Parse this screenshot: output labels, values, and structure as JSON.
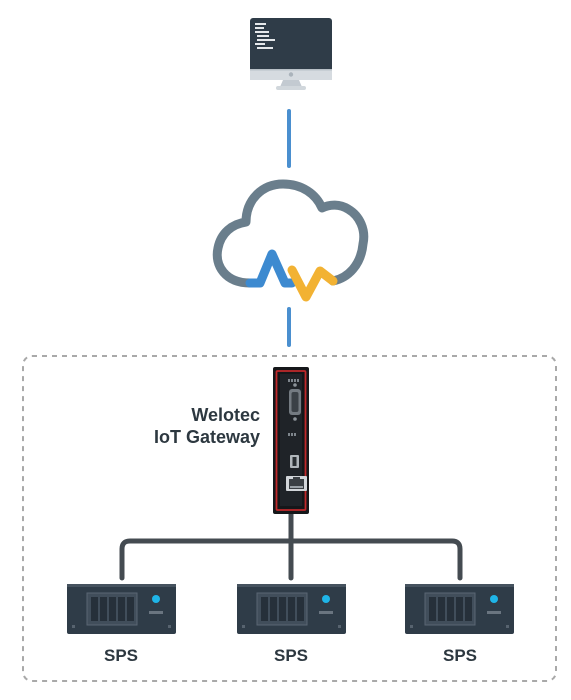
{
  "gateway": {
    "label_line1": "Welotec",
    "label_line2": "IoT Gateway"
  },
  "plcs": [
    {
      "label": "SPS"
    },
    {
      "label": "SPS"
    },
    {
      "label": "SPS"
    }
  ],
  "colors": {
    "connection_blue": "#4a8fcf",
    "cloud_outline": "#6a7e8c",
    "pulse_blue": "#3d8ad0",
    "pulse_yellow": "#f2b233",
    "device_dark": "#2f3c48",
    "gateway_body": "#15171a",
    "gateway_accent": "#c0282a",
    "bus_line": "#444b51",
    "dashed_border": "#a9a9a9",
    "led_cyan": "#1fb5e8"
  },
  "icons": {
    "computer": "desktop-monitor-icon",
    "cloud": "cloud-icon",
    "gateway": "iot-gateway-device-icon",
    "plc": "plc-rack-icon"
  }
}
